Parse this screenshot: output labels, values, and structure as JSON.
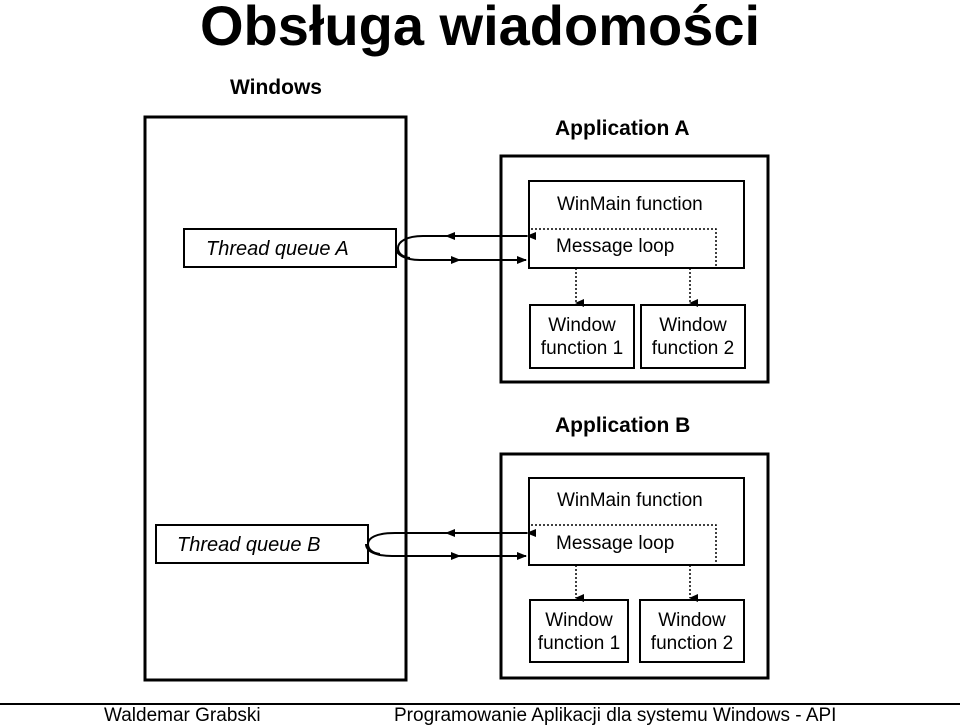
{
  "slide": {
    "title": "Obsługa wiadomości"
  },
  "diagram": {
    "windows_label": "Windows",
    "thread_queue_a": "Thread queue A",
    "thread_queue_b": "Thread queue B",
    "app_a": {
      "title": "Application A",
      "winmain": "WinMain function",
      "message_loop": "Message loop",
      "window_fn_1": [
        "Window",
        "function 1"
      ],
      "window_fn_2": [
        "Window",
        "function 2"
      ]
    },
    "app_b": {
      "title": "Application B",
      "winmain": "WinMain function",
      "message_loop": "Message loop",
      "window_fn_1": [
        "Window",
        "function 1"
      ],
      "window_fn_2": [
        "Window",
        "function 2"
      ]
    }
  },
  "footer": {
    "author": "Waldemar Grabski",
    "course": "Programowanie Aplikacji dla systemu Windows - API"
  }
}
